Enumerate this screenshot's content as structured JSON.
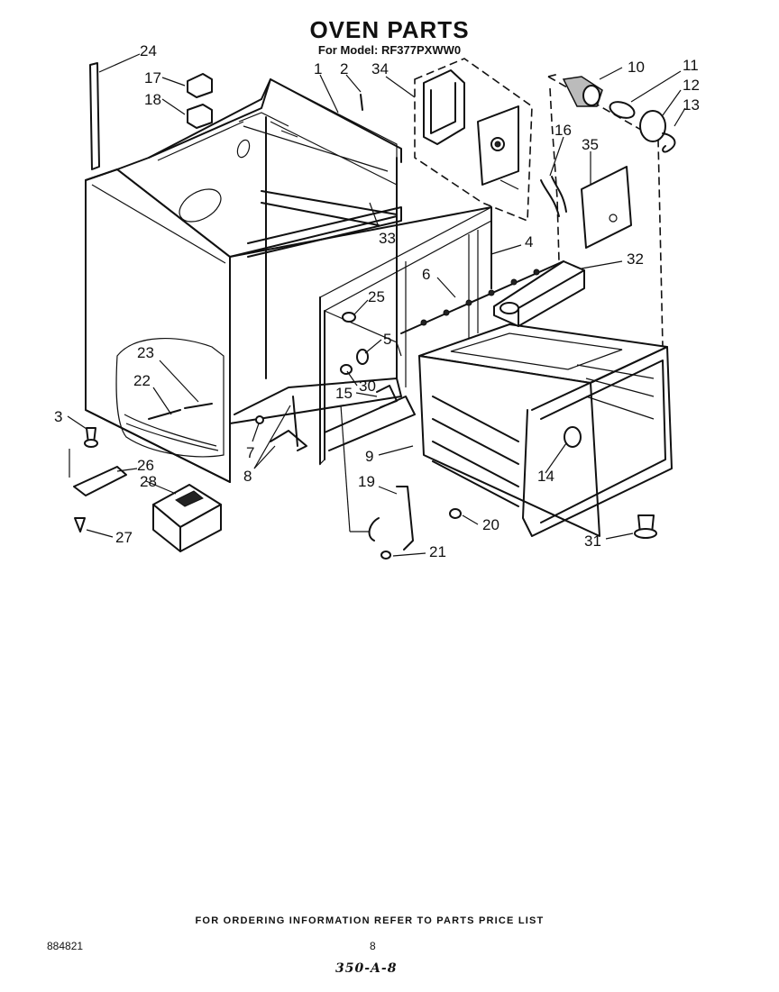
{
  "header": {
    "title": "OVEN PARTS",
    "subtitle": "For Model: RF377PXWW0"
  },
  "callouts": [
    {
      "id": "1",
      "label": "1"
    },
    {
      "id": "2",
      "label": "2"
    },
    {
      "id": "3",
      "label": "3"
    },
    {
      "id": "4",
      "label": "4"
    },
    {
      "id": "5",
      "label": "5"
    },
    {
      "id": "6",
      "label": "6"
    },
    {
      "id": "7",
      "label": "7"
    },
    {
      "id": "8a",
      "label": "8"
    },
    {
      "id": "8b",
      "label": "8"
    },
    {
      "id": "9",
      "label": "9"
    },
    {
      "id": "10",
      "label": "10"
    },
    {
      "id": "11",
      "label": "11"
    },
    {
      "id": "12",
      "label": "12"
    },
    {
      "id": "13",
      "label": "13"
    },
    {
      "id": "14",
      "label": "14"
    },
    {
      "id": "15",
      "label": "15"
    },
    {
      "id": "16",
      "label": "16"
    },
    {
      "id": "17",
      "label": "17"
    },
    {
      "id": "18",
      "label": "18"
    },
    {
      "id": "19",
      "label": "19"
    },
    {
      "id": "20",
      "label": "20"
    },
    {
      "id": "21",
      "label": "21"
    },
    {
      "id": "22",
      "label": "22"
    },
    {
      "id": "23",
      "label": "23"
    },
    {
      "id": "24",
      "label": "24"
    },
    {
      "id": "25",
      "label": "25"
    },
    {
      "id": "26",
      "label": "26"
    },
    {
      "id": "27",
      "label": "27"
    },
    {
      "id": "28",
      "label": "28"
    },
    {
      "id": "30",
      "label": "30"
    },
    {
      "id": "31",
      "label": "31"
    },
    {
      "id": "32",
      "label": "32"
    },
    {
      "id": "33",
      "label": "33"
    },
    {
      "id": "34",
      "label": "34"
    },
    {
      "id": "35",
      "label": "35"
    }
  ],
  "footer": {
    "ordering_note": "FOR ORDERING INFORMATION REFER TO PARTS PRICE LIST",
    "document_number": "884821",
    "page_number": "8",
    "handwritten_code": "350-A-8"
  }
}
